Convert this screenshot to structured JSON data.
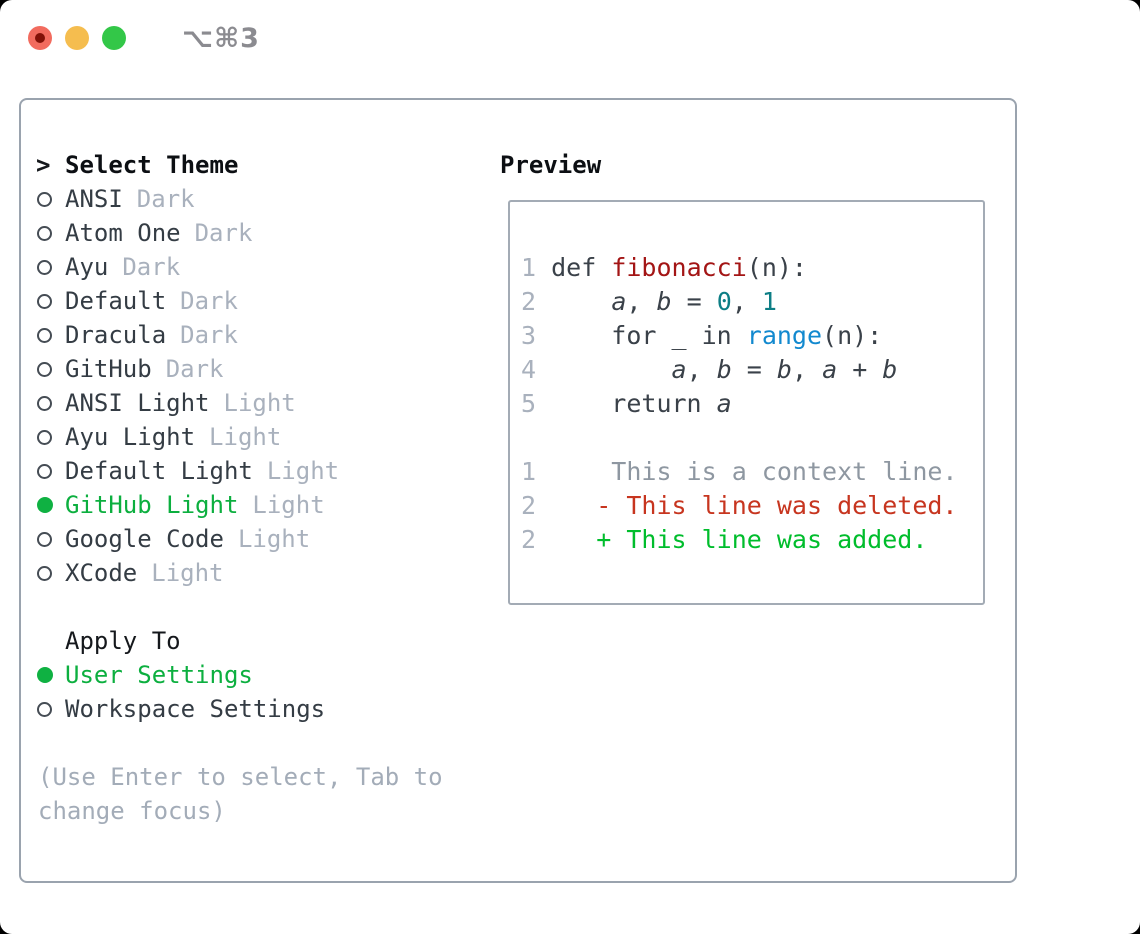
{
  "window": {
    "title": "⌥⌘3"
  },
  "theme_panel": {
    "header_marker": ">",
    "header": "Select Theme",
    "items": [
      {
        "name": "ANSI",
        "tag": "Dark",
        "selected": false
      },
      {
        "name": "Atom One",
        "tag": "Dark",
        "selected": false
      },
      {
        "name": "Ayu",
        "tag": "Dark",
        "selected": false
      },
      {
        "name": "Default",
        "tag": "Dark",
        "selected": false
      },
      {
        "name": "Dracula",
        "tag": "Dark",
        "selected": false
      },
      {
        "name": "GitHub",
        "tag": "Dark",
        "selected": false
      },
      {
        "name": "ANSI Light",
        "tag": "Light",
        "selected": false
      },
      {
        "name": "Ayu Light",
        "tag": "Light",
        "selected": false
      },
      {
        "name": "Default Light",
        "tag": "Light",
        "selected": false
      },
      {
        "name": "GitHub Light",
        "tag": "Light",
        "selected": true
      },
      {
        "name": "Google Code",
        "tag": "Light",
        "selected": false
      },
      {
        "name": "XCode",
        "tag": "Light",
        "selected": false
      }
    ],
    "apply_to": {
      "header": "Apply To",
      "options": [
        {
          "name": "User Settings",
          "selected": true
        },
        {
          "name": "Workspace Settings",
          "selected": false
        }
      ]
    },
    "help_lines": [
      "(Use Enter to select, Tab to",
      "change focus)"
    ]
  },
  "preview": {
    "header": "Preview",
    "lines": [
      {
        "num": "1",
        "tokens": [
          {
            "text": "def ",
            "style": "plain"
          },
          {
            "text": "fibonacci",
            "style": "function"
          },
          {
            "text": "(n):",
            "style": "plain"
          }
        ]
      },
      {
        "num": "2",
        "tokens": [
          {
            "text": "    ",
            "style": "plain"
          },
          {
            "text": "a",
            "style": "var"
          },
          {
            "text": ", ",
            "style": "plain"
          },
          {
            "text": "b",
            "style": "var"
          },
          {
            "text": " = ",
            "style": "plain"
          },
          {
            "text": "0",
            "style": "number"
          },
          {
            "text": ", ",
            "style": "plain"
          },
          {
            "text": "1",
            "style": "number"
          }
        ]
      },
      {
        "num": "3",
        "tokens": [
          {
            "text": "    for _ in ",
            "style": "plain"
          },
          {
            "text": "range",
            "style": "builtin"
          },
          {
            "text": "(n):",
            "style": "plain"
          }
        ]
      },
      {
        "num": "4",
        "tokens": [
          {
            "text": "        ",
            "style": "plain"
          },
          {
            "text": "a",
            "style": "var"
          },
          {
            "text": ", ",
            "style": "plain"
          },
          {
            "text": "b",
            "style": "var"
          },
          {
            "text": " = ",
            "style": "plain"
          },
          {
            "text": "b",
            "style": "var"
          },
          {
            "text": ", ",
            "style": "plain"
          },
          {
            "text": "a",
            "style": "var"
          },
          {
            "text": " + ",
            "style": "plain"
          },
          {
            "text": "b",
            "style": "var"
          }
        ]
      },
      {
        "num": "5",
        "tokens": [
          {
            "text": "    return ",
            "style": "plain"
          },
          {
            "text": "a",
            "style": "var"
          }
        ]
      },
      {
        "num": "",
        "tokens": []
      },
      {
        "num": "1",
        "tokens": [
          {
            "text": "    This is a context line.",
            "style": "context"
          }
        ]
      },
      {
        "num": "2",
        "tokens": [
          {
            "text": "   - This line was deleted.",
            "style": "deleted"
          }
        ]
      },
      {
        "num": "2",
        "tokens": [
          {
            "text": "   + This line was added.",
            "style": "added"
          }
        ]
      }
    ]
  },
  "colors": {
    "selected_green": "#0caf3f",
    "radio_fill_green": "#0fb142",
    "added_green": "#00bd2c",
    "deleted_red": "#c7351f",
    "function_red": "#a31515",
    "builtin_blue": "#1289cf",
    "number_teal": "#0d7e85",
    "tag_gray": "#a9b1bd",
    "help_gray": "#a3acb8",
    "dialog_border_gray": "#9aa3ae",
    "traffic_red": "#f26b5e",
    "traffic_yellow": "#f5bd4f",
    "traffic_green": "#33c748"
  }
}
